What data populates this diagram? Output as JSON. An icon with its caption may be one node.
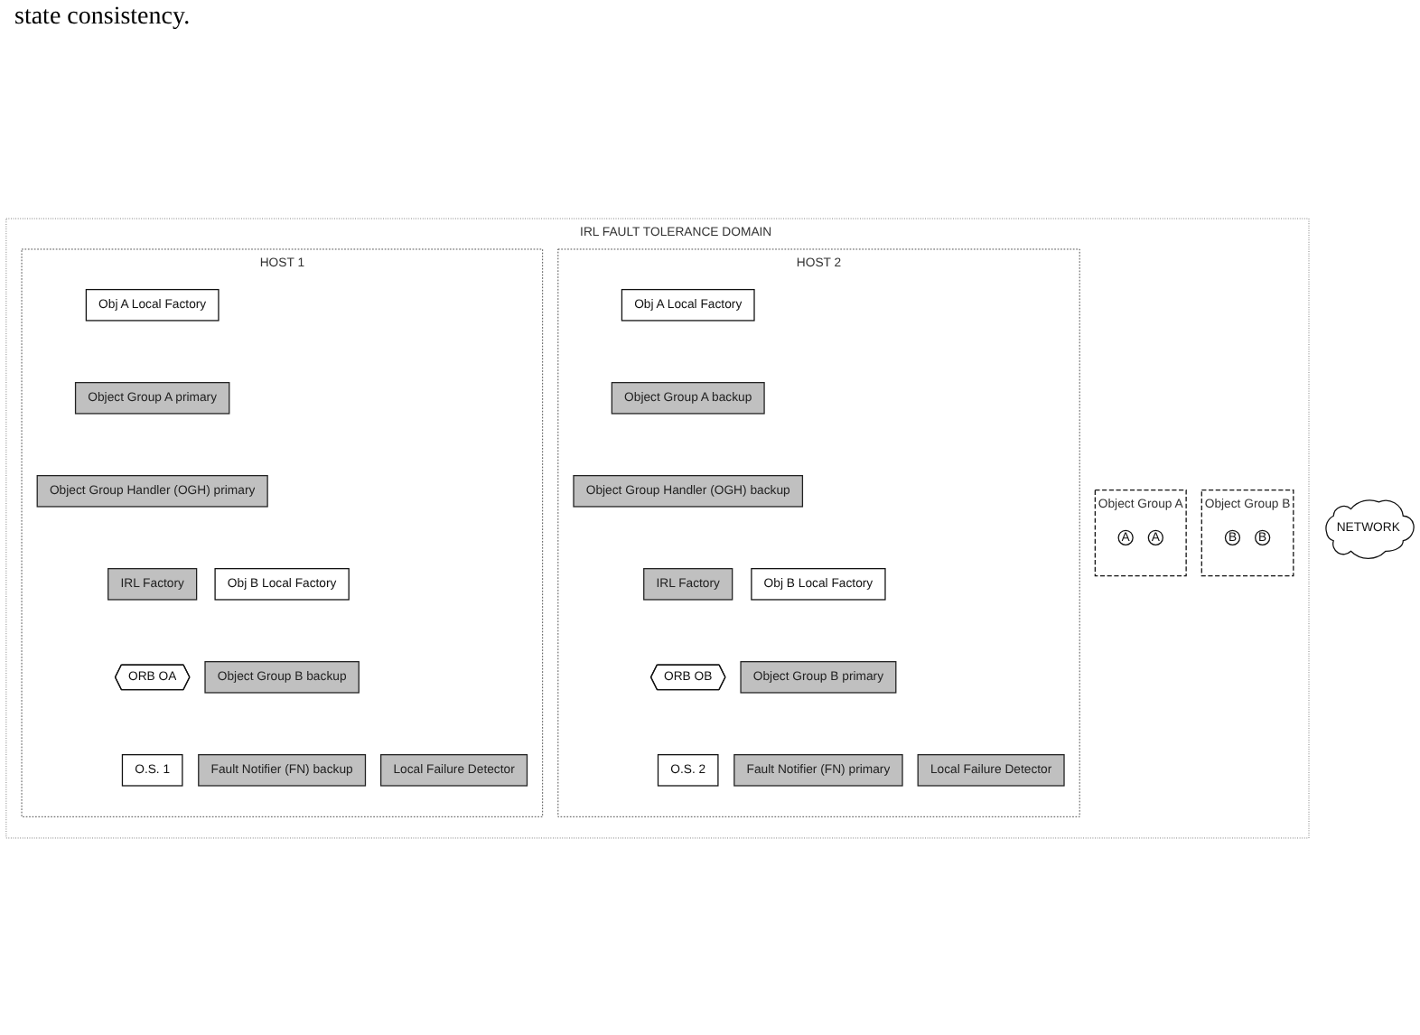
{
  "diagram": {
    "nodes": [
      {
        "text": [
          "IRL FAULT TOLERANCE DOMAIN"
        ]
      },
      {
        "text": [
          "HOST 1"
        ],
        "in": 0
      },
      {
        "text": [
          "HOST 2"
        ],
        "in": 0
      },
      {
        "text": [
          "Object Group A"
        ],
        "in": 0
      },
      {
        "text": [
          "Object Group B"
        ],
        "in": 0
      },
      {
        "text": [
          "A"
        ],
        "in": 3
      },
      {
        "text": [
          "B"
        ],
        "in": 4
      },
      {
        "text": [
          "A"
        ],
        "in": 3
      },
      {
        "text": [
          "B"
        ],
        "in": 4
      },
      {
        "text": [
          "Local Failure Detector"
        ],
        "in": 1
      },
      {
        "text": [
          "Obj A Local Factory"
        ],
        "in": 1
      },
      {
        "text": [
          "Obj B Local Factory"
        ],
        "in": 1
      },
      {
        "text": [
          "Object Group A primary"
        ],
        "in": 1
      },
      {
        "text": [
          "Object Group B backup"
        ],
        "in": 1
      },
      {
        "text": [
          "Object Group Handler (OGH) primary"
        ],
        "in": 1
      },
      {
        "text": [
          "Fault Notifier (FN) backup"
        ],
        "in": 1
      },
      {
        "text": [
          "IRL Factory"
        ],
        "in": 1
      },
      {
        "text": [
          "ORB OA"
        ],
        "in": 1
      },
      {
        "text": [
          "O.S. 1"
        ],
        "in": 1
      },
      {
        "text": [
          "Obj A Local Factory"
        ],
        "in": 2
      },
      {
        "text": [
          "Obj B Local Factory"
        ],
        "in": 2
      },
      {
        "text": [
          "Object Group A backup"
        ],
        "in": 2
      },
      {
        "text": [
          "Object Group B primary"
        ],
        "in": 2
      },
      {
        "text": [
          "Object Group Handler (OGH) backup"
        ],
        "in": 2
      },
      {
        "text": [
          "Fault Notifier (FN) primary"
        ],
        "in": 2
      },
      {
        "text": [
          "Local Failure Detector"
        ],
        "in": 2
      },
      {
        "text": [
          "IRL Factory"
        ],
        "in": 2
      },
      {
        "text": [
          "ORB OB"
        ],
        "in": 2
      },
      {
        "text": [
          "O.S. 2"
        ],
        "in": 2
      },
      {
        "text": [
          "NETWORK"
        ]
      }
    ],
    "edges": [],
    "labels": [
      "state consistency."
    ]
  }
}
